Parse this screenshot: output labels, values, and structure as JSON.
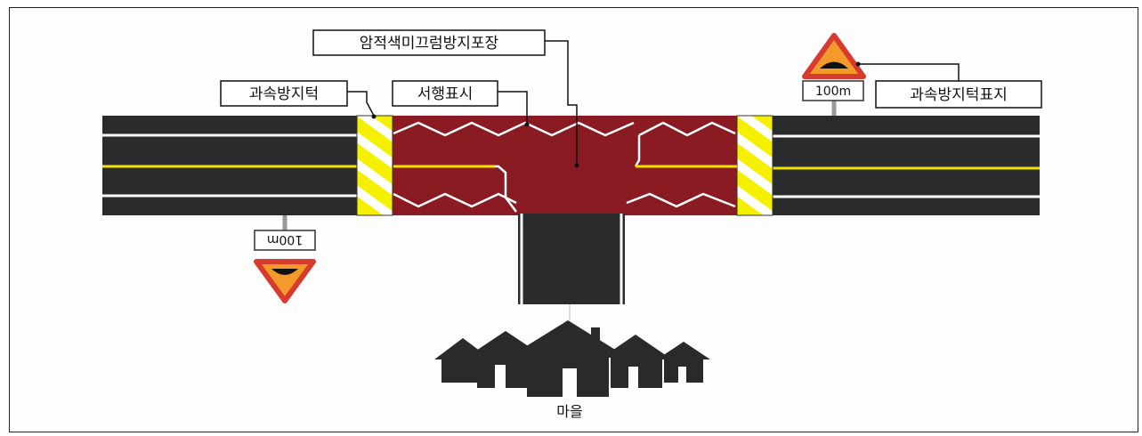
{
  "labels": {
    "anti_skid_pavement": "암적색미끄럼방지포장",
    "speed_bump": "과속방지턱",
    "slow_marking": "서행표시",
    "speed_bump_sign": "과속방지턱표지",
    "sign_distance_right": "100m",
    "sign_distance_left": "100m",
    "village": "마을"
  },
  "colors": {
    "asphalt": "#2b2b2d",
    "pavement": "#8a1b22",
    "center_line": "#f2e200",
    "lane_line": "#ffffff",
    "bump_yellow": "#f4f000",
    "sign_red": "#d63b2e",
    "sign_orange": "#f39a2a",
    "village": "#2a2a2a"
  },
  "icons": [
    "speed-bump-warning-sign-icon",
    "village-houses-icon"
  ]
}
